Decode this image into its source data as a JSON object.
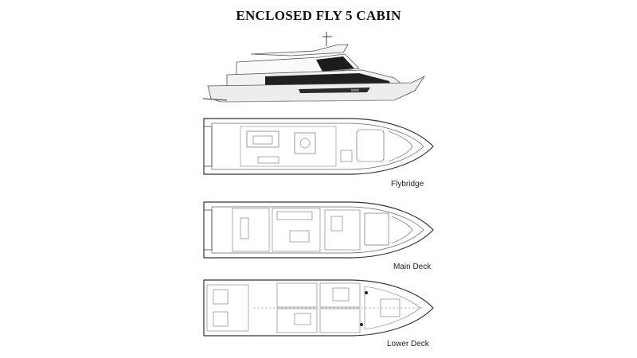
{
  "title": "ENCLOSED FLY 5 CABIN",
  "decks": {
    "flybridge": "Flybridge",
    "main": "Main Deck",
    "lower": "Lower Deck"
  },
  "colors": {
    "hull": "#f2f2f2",
    "outline": "#555555",
    "glass": "#1c1c1c",
    "text": "#111111"
  }
}
